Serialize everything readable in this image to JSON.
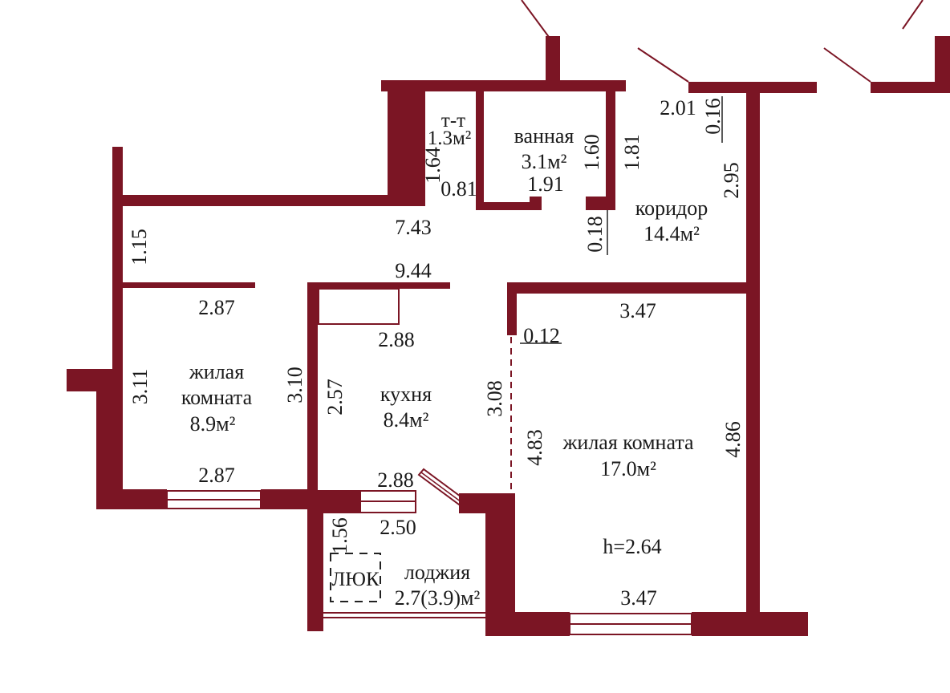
{
  "colors": {
    "wall": "#7b1524",
    "text": "#1a1a1a",
    "background": "#ffffff"
  },
  "rooms": {
    "toilet": {
      "name": "т-т",
      "area": "1.3м²"
    },
    "bathroom": {
      "name": "ванная",
      "area": "3.1м²"
    },
    "corridor": {
      "name": "коридор",
      "area": "14.4м²"
    },
    "living_small": {
      "name_line1": "жилая",
      "name_line2": "комната",
      "area": "8.9м²"
    },
    "kitchen": {
      "name": "кухня",
      "area": "8.4м²"
    },
    "living_large": {
      "name": "жилая комната",
      "area": "17.0м²"
    },
    "loggia": {
      "name": "лоджия",
      "area": "2.7(3.9)м²"
    }
  },
  "hatch": "ЛЮК",
  "ceiling_height": "h=2.64",
  "dimensions": {
    "d_164": "1.64",
    "d_081": "0.81",
    "d_191": "1.91",
    "d_160": "1.60",
    "d_181": "1.81",
    "d_201": "2.01",
    "d_016": "0.16",
    "d_295": "2.95",
    "d_018": "0.18",
    "d_743": "7.43",
    "d_115": "1.15",
    "d_944": "9.44",
    "d_287_top": "2.87",
    "d_311": "3.11",
    "d_310": "3.10",
    "d_288_top": "2.88",
    "d_257": "2.57",
    "d_308": "3.08",
    "d_347_top": "3.47",
    "d_012": "0.12",
    "d_483": "4.83",
    "d_486": "4.86",
    "d_287_bottom": "2.87",
    "d_288_bottom": "2.88",
    "d_250": "2.50",
    "d_156": "1.56",
    "d_347_bottom": "3.47"
  }
}
